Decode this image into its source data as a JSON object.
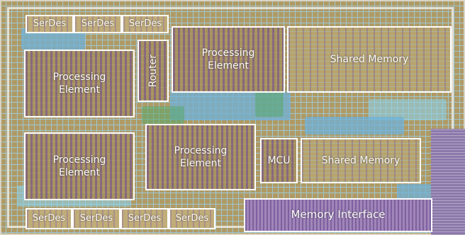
{
  "chip": {
    "labels": {
      "serdes": "SerDes",
      "router": "Router",
      "processing_element": "Processing\nElement",
      "shared_memory": "Shared Memory",
      "mcu": "MCU",
      "memory_interface": "Memory Interface"
    },
    "colors": {
      "die_background": "#b09a64",
      "block_outline": "#ffffff",
      "grid": "#9ec7d3",
      "memory_interface": "#9f86b8"
    }
  }
}
